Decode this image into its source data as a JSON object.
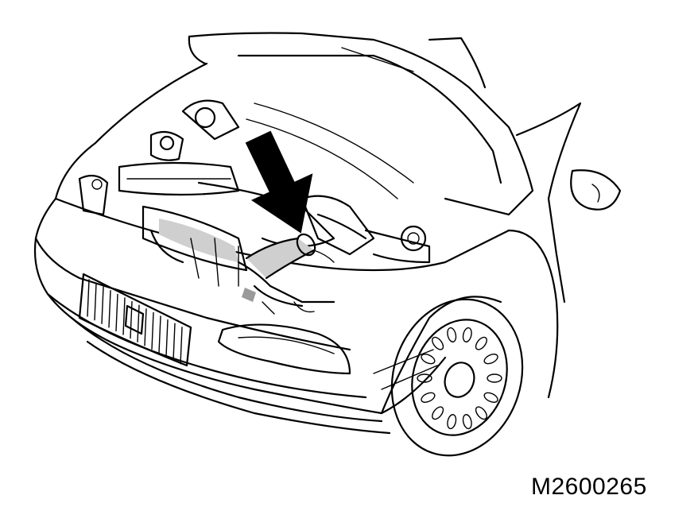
{
  "figure": {
    "code": "M2600265",
    "subject": "car-front-engine-bay-open-hood",
    "callout": "arrow-pointing-to-engine-hose"
  },
  "colors": {
    "line": "#000000",
    "shade": "#cfcfcf",
    "background": "#ffffff"
  }
}
